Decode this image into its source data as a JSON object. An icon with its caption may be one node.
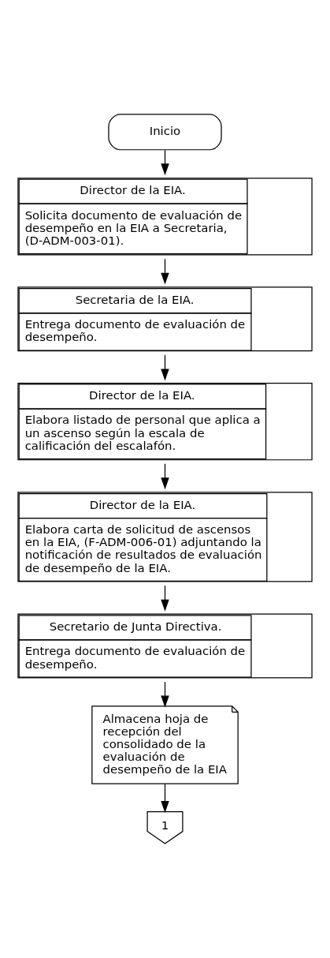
{
  "diagram": {
    "nodes": [
      {
        "text": [
          "Inicio"
        ]
      },
      {
        "text": [
          "Director de la EIA.",
          "Solicita documento de evaluación de desempeño en la EIA a Secretaria, (D-ADM-003-01)."
        ]
      },
      {
        "text": [
          "Secretaria de la EIA.",
          "Entrega documento de evaluación de desempeño."
        ]
      },
      {
        "text": [
          "Director de la EIA.",
          "Elabora listado de personal que aplica a un ascenso según la escala de calificación del escalafón."
        ]
      },
      {
        "text": [
          "Director de la EIA.",
          "Elabora carta de solicitud de ascensos en la EIA, (F-ADM-006-01) adjuntando la notificación de resultados de evaluación de desempeño de la EIA."
        ]
      },
      {
        "text": [
          "Secretario de Junta Directiva.",
          "Entrega documento de evaluación de desempeño."
        ]
      },
      {
        "text": [
          "Almacena hoja de recepción del consolidado de la evaluación de desempeño de la EIA"
        ]
      },
      {
        "text": [
          "1"
        ]
      }
    ],
    "edges": [
      {
        "from": 0,
        "to": 1,
        "arrow": "to"
      },
      {
        "from": 1,
        "to": 2,
        "arrow": "to"
      },
      {
        "from": 2,
        "to": 3,
        "arrow": "to"
      },
      {
        "from": 3,
        "to": 4,
        "arrow": "to"
      },
      {
        "from": 4,
        "to": 5,
        "arrow": "to"
      },
      {
        "from": 5,
        "to": 6,
        "arrow": "to"
      },
      {
        "from": 6,
        "to": 7,
        "arrow": "to"
      }
    ]
  }
}
